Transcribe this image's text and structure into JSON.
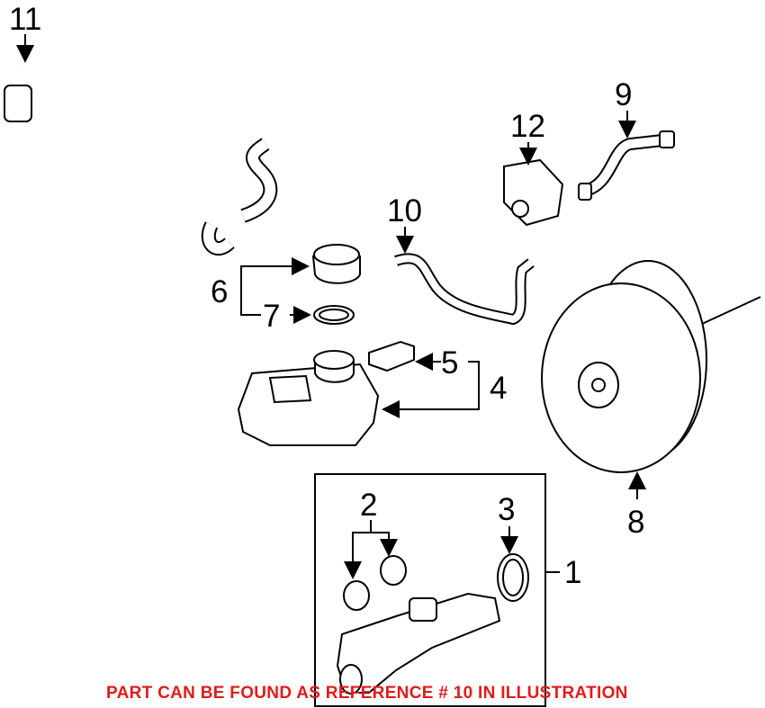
{
  "diagram": {
    "callouts": [
      "1",
      "2",
      "3",
      "4",
      "5",
      "6",
      "7",
      "8",
      "9",
      "10",
      "11",
      "12"
    ],
    "note": "PART CAN BE FOUND AS REFERENCE # 10 IN ILLUSTRATION",
    "note_color": "#e01b1b"
  }
}
